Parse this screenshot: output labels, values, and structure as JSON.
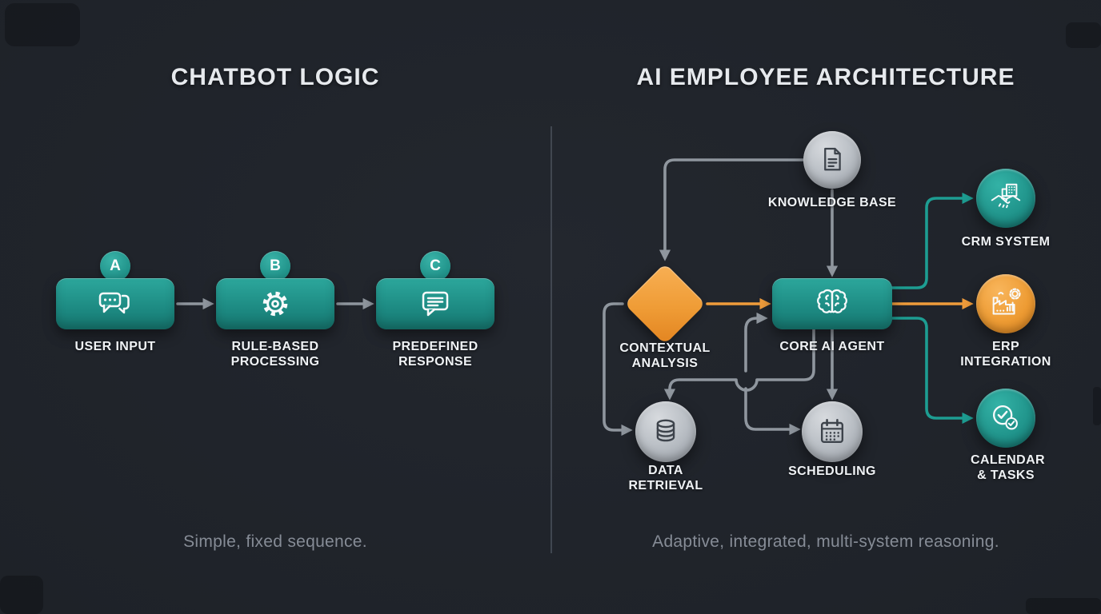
{
  "left": {
    "title": "CHATBOT LOGIC",
    "caption": "Simple, fixed sequence.",
    "steps": [
      {
        "badge": "A",
        "label": "USER INPUT",
        "icon": "chat-bubbles-icon"
      },
      {
        "badge": "B",
        "label": "RULE-BASED PROCESSING",
        "icon": "gear-icon"
      },
      {
        "badge": "C",
        "label": "PREDEFINED RESPONSE",
        "icon": "message-icon"
      }
    ]
  },
  "right": {
    "title": "AI EMPLOYEE ARCHITECTURE",
    "caption": "Adaptive, integrated, multi-system reasoning.",
    "nodes": {
      "knowledge_base": {
        "label": "KNOWLEDGE BASE",
        "icon": "document-icon"
      },
      "contextual_analysis": {
        "label": "CONTEXTUAL ANALYSIS",
        "icon": "decision-diamond"
      },
      "core_ai_agent": {
        "label": "CORE AI AGENT",
        "icon": "brain-icon"
      },
      "crm_system": {
        "label": "CRM SYSTEM",
        "icon": "building-handshake-icon"
      },
      "erp_integration": {
        "label": "ERP INTEGRATION",
        "icon": "factory-gear-icon"
      },
      "calendar_tasks": {
        "label": "CALENDAR & TASKS",
        "icon": "clock-check-icon"
      },
      "data_retrieval": {
        "label": "DATA RETRIEVAL",
        "icon": "database-icon"
      },
      "scheduling": {
        "label": "SCHEDULING",
        "icon": "calendar-icon"
      }
    }
  },
  "colors": {
    "background": "#20242b",
    "node_teal": "#2ca79c",
    "node_orange": "#f0a041",
    "node_gray": "#bcc1c7",
    "connector_gray": "#8f969e",
    "connector_teal": "#1d9d92",
    "connector_orange": "#ef9c3b"
  }
}
